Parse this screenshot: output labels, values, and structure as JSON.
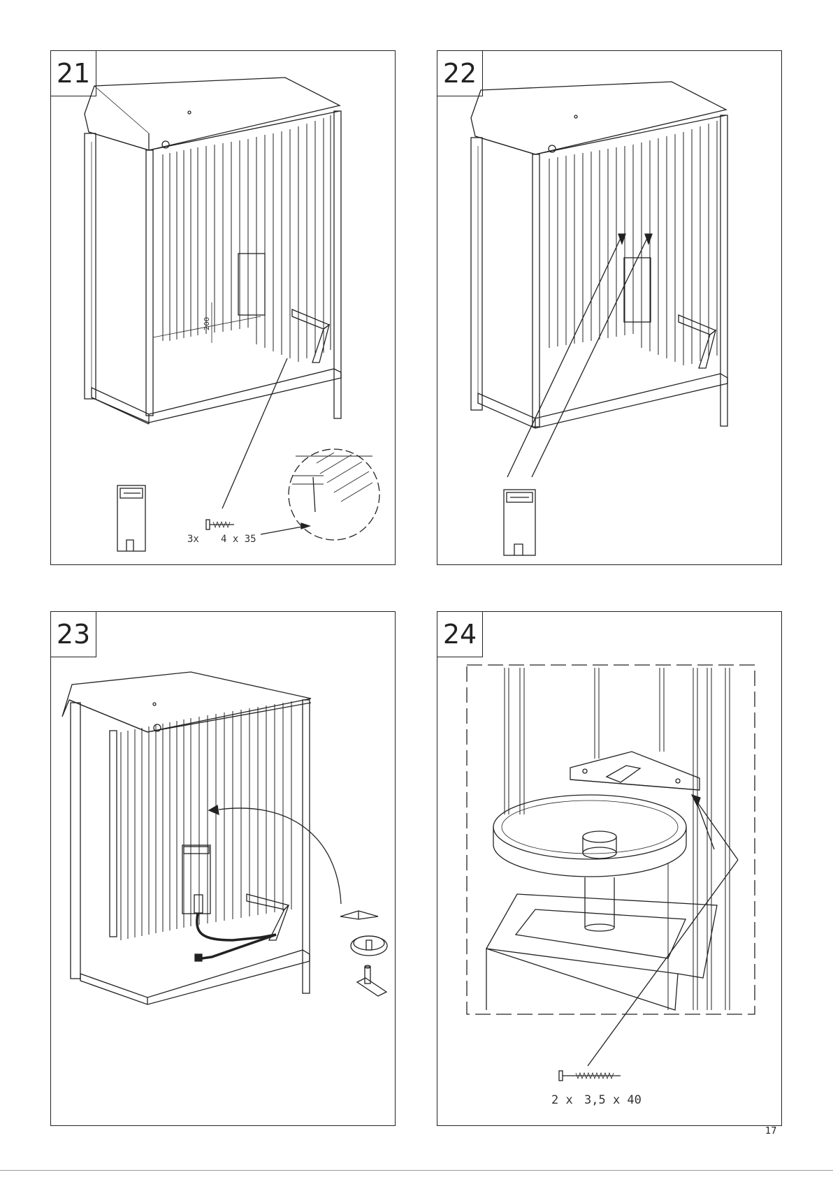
{
  "steps": [
    {
      "number": "21",
      "quantity": "3x",
      "size": "4 x 35",
      "dimension": "200"
    },
    {
      "number": "22"
    },
    {
      "number": "23"
    },
    {
      "number": "24",
      "quantity": "2 x",
      "size": "3,5 x 40"
    }
  ],
  "page_number": "17"
}
